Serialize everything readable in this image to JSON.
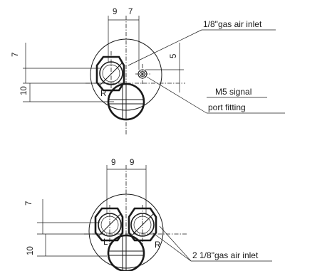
{
  "top_view": {
    "dims": {
      "d1": "9",
      "d2": "7",
      "d3": "7",
      "d4": "10",
      "d5": "5",
      "r": "R"
    },
    "callouts": {
      "gas_inlet": "1/8\"gas air inlet",
      "signal_line1": "M5 signal",
      "signal_line2": "port fitting"
    }
  },
  "bottom_view": {
    "dims": {
      "d1": "9",
      "d2": "9",
      "d3": "7",
      "d4": "10",
      "r_left": "L",
      "r_right": "R"
    },
    "callouts": {
      "gas_inlet": "2 1/8\"gas air inlet"
    }
  }
}
